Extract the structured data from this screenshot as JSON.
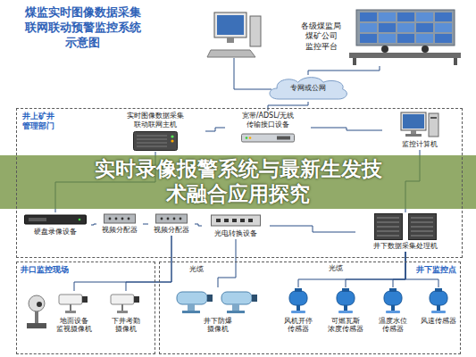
{
  "diagram": {
    "title": "煤监实时图像数据采集 联网联动预警监控系统 示意图",
    "nodes": [
      {
        "text": [
          "各级煤监局 煤矿公司 监控平台"
        ]
      },
      {
        "text": [
          "专网或公网"
        ]
      },
      {
        "text": [
          "井上矿井 管理部门"
        ]
      },
      {
        "text": [
          "实时图像数据采集 联动联网主机"
        ],
        "in": 2
      },
      {
        "text": [
          "宽带/ADSL/无线 传输接口设备"
        ],
        "in": 2
      },
      {
        "text": [
          "监控计算机"
        ],
        "in": 2
      },
      {
        "text": [
          "硬盘录像设备"
        ],
        "in": 2
      },
      {
        "text": [
          "视频分配器"
        ],
        "in": 2
      },
      {
        "text": [
          "视频分配器"
        ],
        "in": 2
      },
      {
        "text": [
          "光电转换设备"
        ],
        "in": 2
      },
      {
        "text": [
          "井下数据采集处理机"
        ],
        "in": 2
      },
      {
        "text": [
          "井口监控现场"
        ]
      },
      {
        "text": [
          "地面设备 监视摄像机"
        ],
        "in": 11
      },
      {
        "text": [
          "下井考勤 摄像机"
        ],
        "in": 11
      },
      {
        "text": [
          "井下监控点"
        ]
      },
      {
        "text": [
          "井下防爆 摄像机"
        ],
        "in": 14
      },
      {
        "text": [
          "风机开停 传感器"
        ],
        "in": 14
      },
      {
        "text": [
          "可燃瓦斯 浓度传感器"
        ],
        "in": 14
      },
      {
        "text": [
          "温度水位 传感器"
        ],
        "in": 14
      },
      {
        "text": [
          "风速传感器"
        ],
        "in": 14
      }
    ],
    "edges": [
      {
        "from": 0,
        "to": 1,
        "arrow": "none"
      },
      {
        "from": 1,
        "to": 4,
        "arrow": "none"
      },
      {
        "from": 3,
        "to": 4,
        "arrow": "none"
      },
      {
        "from": 4,
        "to": 5,
        "arrow": "none"
      },
      {
        "from": 3,
        "to": 6,
        "arrow": "none"
      },
      {
        "from": 5,
        "to": 10,
        "arrow": "none"
      },
      {
        "from": 6,
        "to": 7,
        "arrow": "none"
      },
      {
        "from": 7,
        "to": 8,
        "arrow": "none"
      },
      {
        "from": 8,
        "to": 9,
        "arrow": "none"
      },
      {
        "from": 9,
        "to": 10,
        "arrow": "none"
      },
      {
        "from": 8,
        "to": 12,
        "arrow": "none"
      },
      {
        "from": 8,
        "to": 13,
        "arrow": "none"
      },
      {
        "from": 9,
        "to": 15,
        "arrow": "none"
      },
      {
        "from": 10,
        "to": 16,
        "arrow": "none"
      },
      {
        "from": 10,
        "to": 17,
        "arrow": "none"
      },
      {
        "from": 10,
        "to": 18,
        "arrow": "none"
      },
      {
        "from": 10,
        "to": 19,
        "arrow": "none"
      }
    ],
    "labels": [
      "光缆",
      "光缆",
      "实时录像报警系统与最新生发技术融合应用探究"
    ]
  }
}
